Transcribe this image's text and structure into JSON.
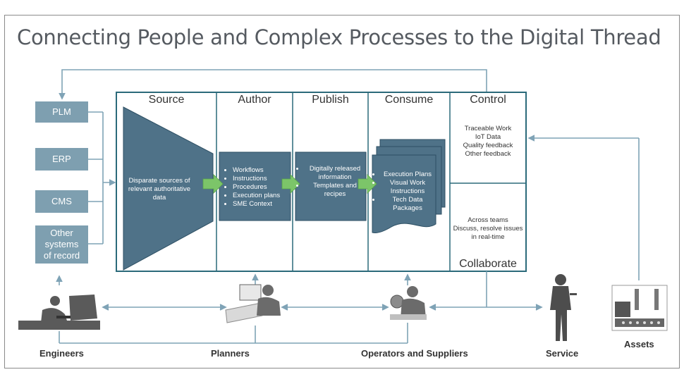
{
  "title": "Connecting People and Complex Processes to the Digital Thread",
  "systems": [
    {
      "label": "PLM"
    },
    {
      "label": "ERP"
    },
    {
      "label": "CMS"
    },
    {
      "label": "Other systems of record"
    }
  ],
  "columns": {
    "source": "Source",
    "author": "Author",
    "publish": "Publish",
    "consume": "Consume",
    "control": "Control",
    "collaborate": "Collaborate"
  },
  "source_text": "Disparate sources of relevant authoritative data",
  "author_items": [
    "Workflows",
    "Instructions",
    "Procedures",
    "Execution plans",
    "SME Context"
  ],
  "publish_items": [
    "Digitally released information",
    "Templates and recipes"
  ],
  "consume_items": [
    "Execution Plans",
    "Visual Work Instructions",
    "Tech Data Packages"
  ],
  "control_lines": [
    "Traceable Work",
    "IoT Data",
    "Quality feedback",
    "Other feedback"
  ],
  "collaborate_lines": [
    "Across teams",
    "Discuss, resolve issues",
    "in real-time"
  ],
  "actors": {
    "engineers": "Engineers",
    "planners": "Planners",
    "operators": "Operators and Suppliers",
    "service": "Service",
    "assets": "Assets"
  },
  "colors": {
    "box_fill": "#4f7288",
    "box_border": "#2d4f63",
    "system_fill": "#7e9fb0",
    "frame_border": "#2b6a7a",
    "connector": "#7fa3b6",
    "arrow_green": "#7cc569",
    "figure_gray": "#5a5a5a"
  }
}
